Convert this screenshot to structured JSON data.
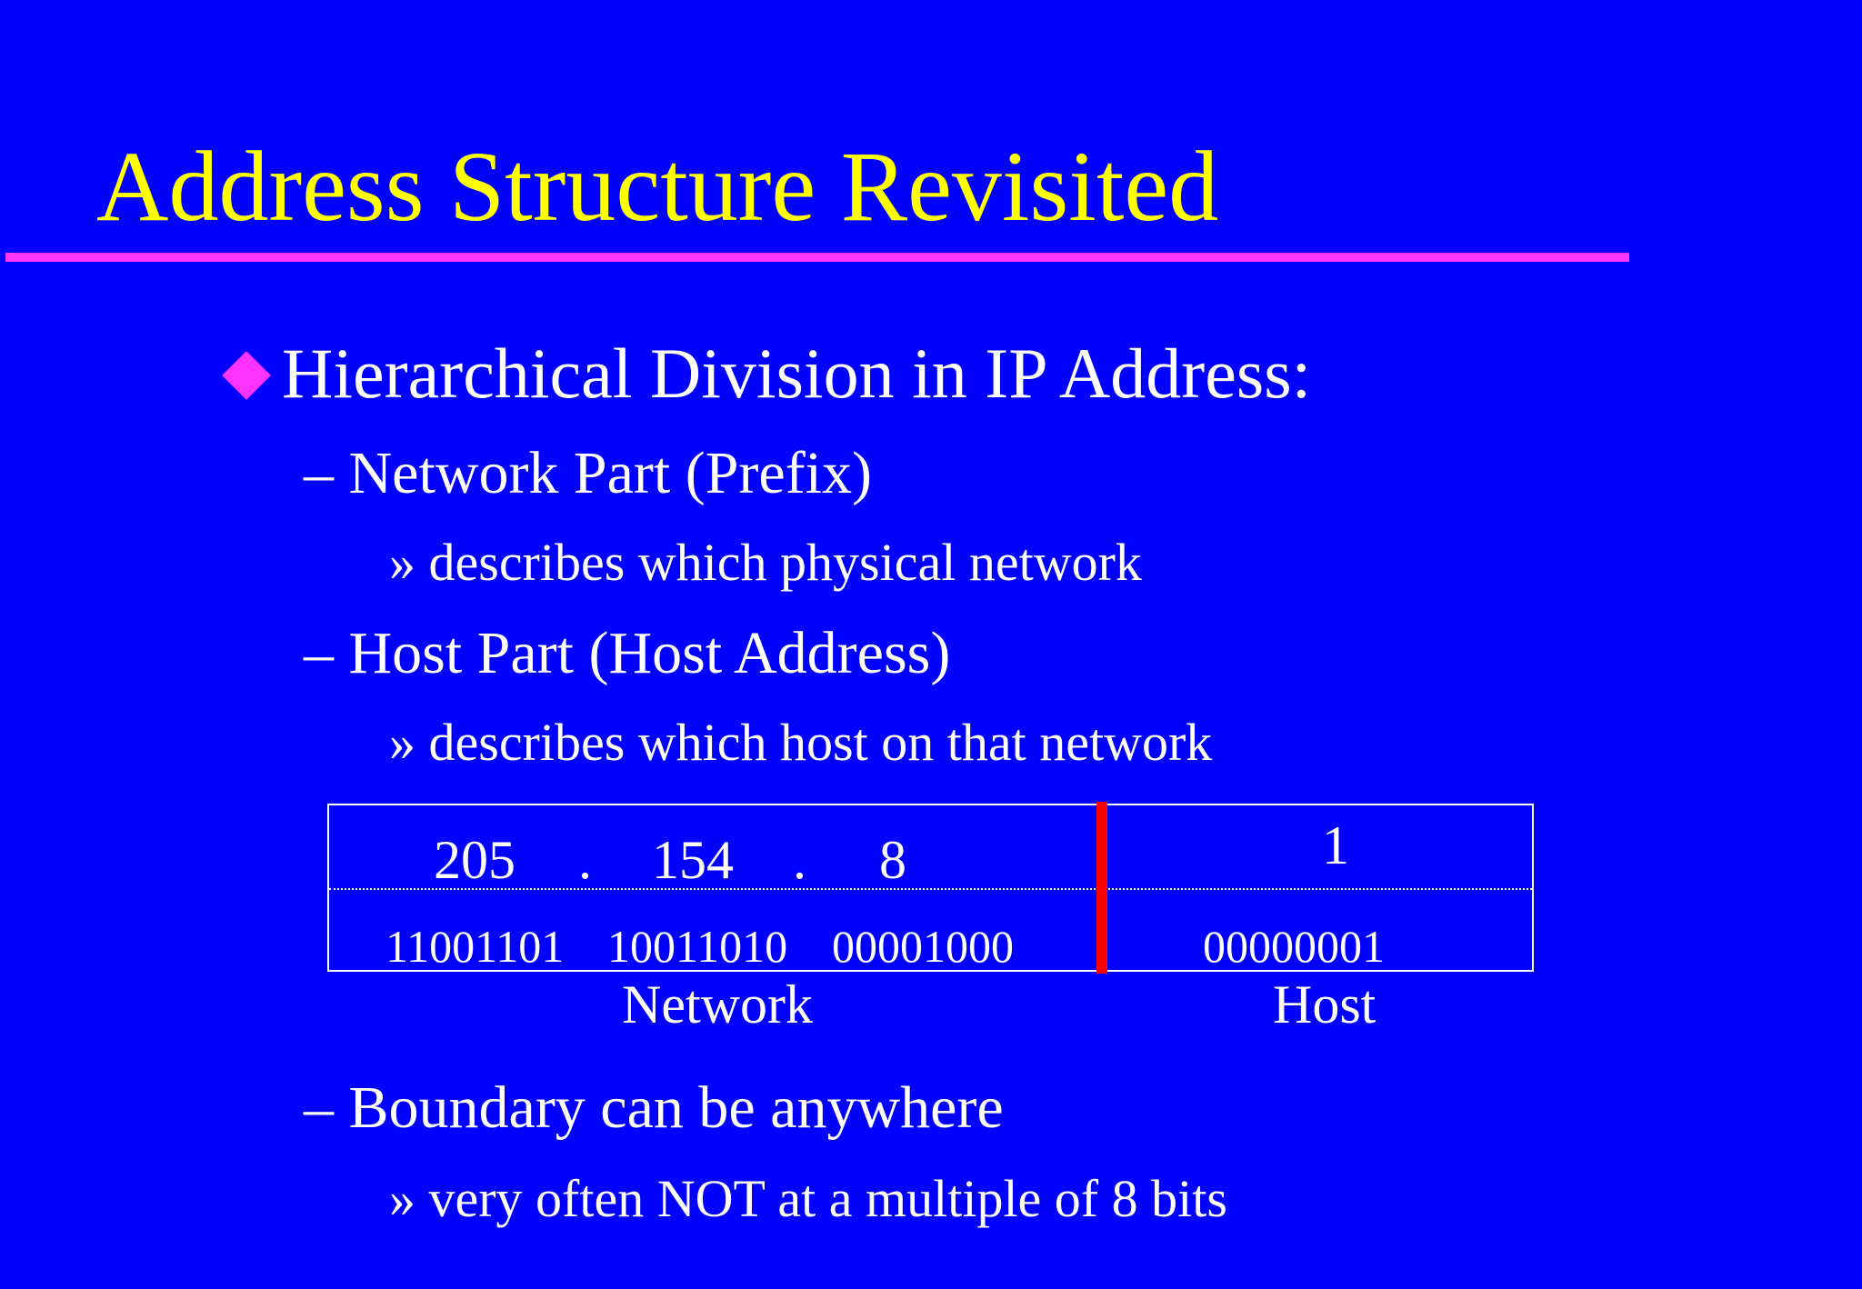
{
  "slide": {
    "title": "Address Structure Revisited",
    "colors": {
      "background": "#0000ff",
      "title": "#ffff00",
      "accent": "#ff33ff",
      "divider": "#ff0000",
      "text": "#ffffff"
    },
    "bullet": {
      "icon": "diamond-bullet-icon",
      "text": "Hierarchical Division in IP Address:"
    },
    "network_part": {
      "text": "– Network Part (Prefix)",
      "detail": "» describes which physical network"
    },
    "host_part": {
      "text": "– Host Part (Host Address)",
      "detail": "» describes which host on that network"
    },
    "address": {
      "decimal": [
        "205",
        "154",
        "8",
        "1"
      ],
      "dot": ".",
      "binary": [
        "11001101",
        "10011010",
        "00001000",
        "00000001"
      ],
      "network_label": "Network",
      "host_label": "Host"
    },
    "boundary": {
      "text": "– Boundary can be anywhere",
      "detail": "» very often NOT at a multiple of 8 bits"
    }
  }
}
